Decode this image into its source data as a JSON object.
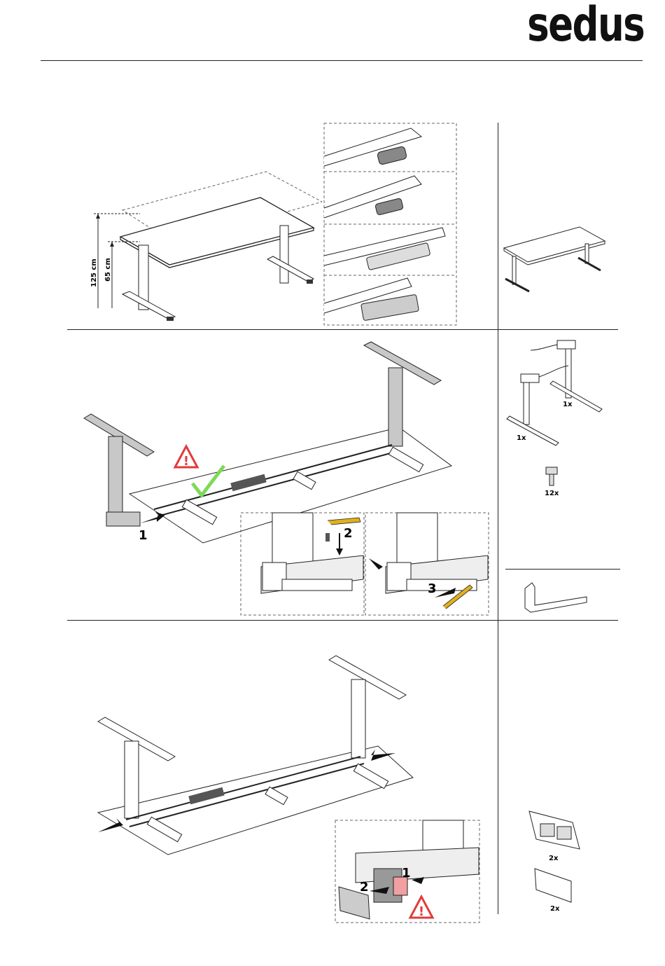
{
  "brand": {
    "logo_text": "sedus"
  },
  "section1": {
    "dimensions": {
      "max_height": "125 cm",
      "min_height": "65 cm"
    }
  },
  "section2": {
    "steps": {
      "step1": "1",
      "step2": "2",
      "step3": "3"
    },
    "parts": {
      "frame_left_qty": "1x",
      "frame_right_qty": "1x",
      "screw_qty": "12x"
    }
  },
  "section3": {
    "steps": {
      "step1": "1",
      "step2": "2"
    },
    "parts": {
      "bracket_qty": "2x",
      "cover_plate_qty": "2x"
    }
  },
  "colors": {
    "frame_gray": "#c8c8c8",
    "warning_red": "#e23b3b",
    "check_green": "#7ed957",
    "hex_key_yellow": "#e0b020"
  }
}
